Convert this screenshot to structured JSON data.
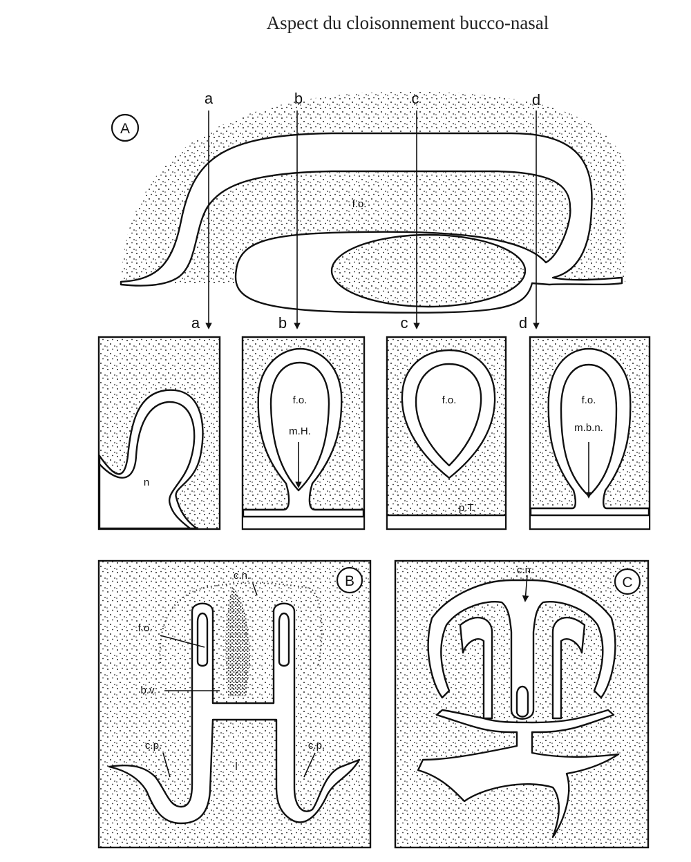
{
  "title": "Aspect du cloisonnement bucco-nasal",
  "panels": {
    "A": "A",
    "B": "B",
    "C": "C"
  },
  "section_marks": {
    "top": [
      "a",
      "b",
      "c",
      "d"
    ],
    "bottom": [
      "a",
      "b",
      "c",
      "d"
    ]
  },
  "labels": {
    "A_fo": "f.o.",
    "a_n": "n",
    "b_fo": "f.o.",
    "b_mh": "m.H.",
    "c_fo": "f.o.",
    "c_pt": "p.T.",
    "d_fo": "f.o.",
    "d_mbn": "m.b.n.",
    "B_cn": "c.n.",
    "B_fo": "f.o.",
    "B_bv": "b.v.",
    "B_cp_left": "c.p.",
    "B_cp_right": "c.p.",
    "B_l": "l",
    "C_cn": "c.n."
  }
}
